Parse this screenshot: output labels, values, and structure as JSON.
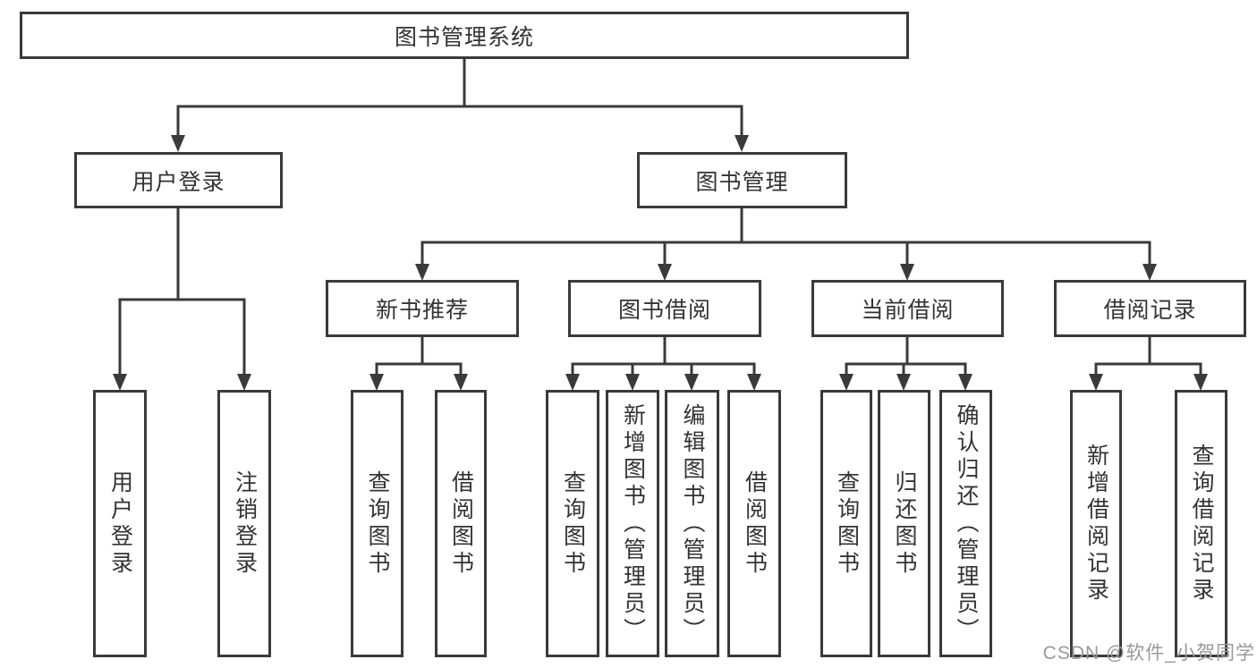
{
  "nodes": {
    "root": "图书管理系统",
    "user_login": "用户登录",
    "book_mgmt": "图书管理",
    "new_book_rec": "新书推荐",
    "book_borrow": "图书借阅",
    "current_borrow": "当前借阅",
    "borrow_record": "借阅记录",
    "ul_login": "用户登录",
    "ul_logout": "注销登录",
    "nb_query": "查询图书",
    "nb_borrow": "借阅图书",
    "bb_query": "查询图书",
    "bb_add": "新增图书（管理员）",
    "bb_edit": "编辑图书（管理员）",
    "bb_borrow": "借阅图书",
    "cb_query": "查询图书",
    "cb_return": "归还图书",
    "cb_confirm": "确认归还（管理员）",
    "br_add": "新增借阅记录",
    "br_query": "查询借阅记录"
  },
  "hierarchy": {
    "图书管理系统": {
      "用户登录": [
        "用户登录",
        "注销登录"
      ],
      "图书管理": {
        "新书推荐": [
          "查询图书",
          "借阅图书"
        ],
        "图书借阅": [
          "查询图书",
          "新增图书（管理员）",
          "编辑图书（管理员）",
          "借阅图书"
        ],
        "当前借阅": [
          "查询图书",
          "归还图书",
          "确认归还（管理员）"
        ],
        "借阅记录": [
          "新增借阅记录",
          "查询借阅记录"
        ]
      }
    }
  },
  "watermark": {
    "text": "CSDN @软件_小贺同学"
  },
  "colors": {
    "line": "#3a3a3a",
    "text": "#333333",
    "watermark": "#999999",
    "background": "#ffffff"
  }
}
